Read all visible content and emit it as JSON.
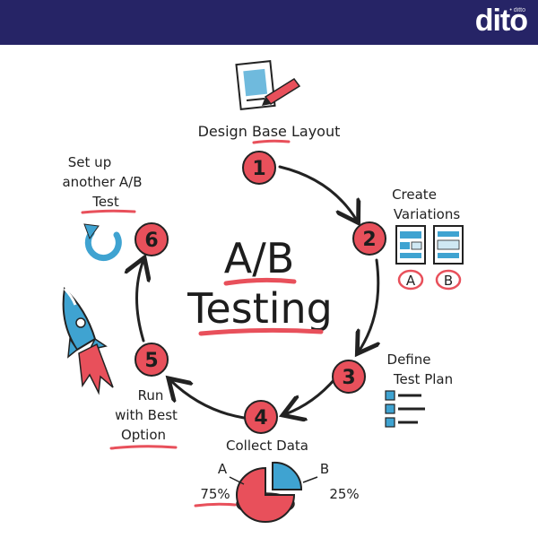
{
  "brand": {
    "name": "dito",
    "small_text": "• ditto",
    "bar_color": "#262466"
  },
  "center": {
    "title_line1": "A/B",
    "title_line2": "Testing"
  },
  "steps": [
    {
      "number": "1",
      "label_lines": [
        "Design Base Layout"
      ],
      "icon": "layout-sketch-icon"
    },
    {
      "number": "2",
      "label_lines": [
        "Create",
        "Variations"
      ],
      "icon": "variations-icon"
    },
    {
      "number": "3",
      "label_lines": [
        "Define",
        "Test Plan"
      ],
      "icon": "checklist-icon"
    },
    {
      "number": "4",
      "label_lines": [
        "Collect Data"
      ],
      "icon": "pie-chart-icon"
    },
    {
      "number": "5",
      "label_lines": [
        "Run",
        "with Best",
        "Option"
      ],
      "icon": "rocket-icon"
    },
    {
      "number": "6",
      "label_lines": [
        "Set up",
        "another A/B",
        "Test"
      ],
      "icon": "repeat-arrow-icon"
    }
  ],
  "variations": {
    "a_label": "A",
    "b_label": "B"
  },
  "collect_data": {
    "a_label": "A",
    "a_value": "75%",
    "b_label": "B",
    "b_value": "25%"
  },
  "colors": {
    "circle_fill": "#e8505b",
    "underline": "#e8505b",
    "accent_blue": "#3fa3d1",
    "ink": "#222222"
  }
}
